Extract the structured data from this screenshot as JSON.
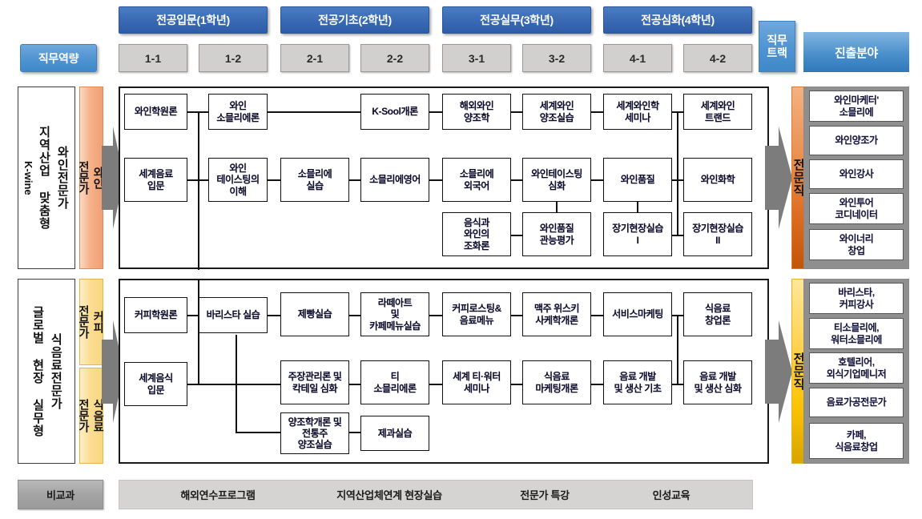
{
  "header": {
    "capability_label": "직무역량",
    "track_label": "직무\n트랙",
    "field_label": "진출분야",
    "years": [
      {
        "label": "전공입문(1학년)"
      },
      {
        "label": "전공기초(2학년)"
      },
      {
        "label": "전공실무(3학년)"
      },
      {
        "label": "전공심화(4학년)"
      }
    ],
    "semesters": [
      "1-1",
      "1-2",
      "2-1",
      "2-2",
      "3-1",
      "3-2",
      "4-1",
      "4-2"
    ]
  },
  "tracks": [
    {
      "program_title": "지역산업 맞춤형",
      "program_sub": "와인전문가",
      "program_latin": "K-wine",
      "competency": "와인\n전문가",
      "track_name": "와인\n전문직",
      "accent": "#dd6b20",
      "courses": [
        {
          "name": "와인학원론",
          "col": 0,
          "row": 0
        },
        {
          "name": "세계음료\n입문",
          "col": 0,
          "row": 1
        },
        {
          "name": "와인\n소믈리에론",
          "col": 1,
          "row": 0
        },
        {
          "name": "와인\n테이스팅의\n이해",
          "col": 1,
          "row": 1
        },
        {
          "name": "소믈리에\n실습",
          "col": 2,
          "row": 1
        },
        {
          "name": "K-Sool개론",
          "col": 3,
          "row": 0
        },
        {
          "name": "소믈리에영어",
          "col": 3,
          "row": 1
        },
        {
          "name": "해외와인\n양조학",
          "col": 4,
          "row": 0
        },
        {
          "name": "소믈리에\n외국어",
          "col": 4,
          "row": 1
        },
        {
          "name": "음식과\n와인의\n조화론",
          "col": 4,
          "row": 2
        },
        {
          "name": "세계와인\n양조실습",
          "col": 5,
          "row": 0
        },
        {
          "name": "와인테이스팅\n심화",
          "col": 5,
          "row": 1
        },
        {
          "name": "와인품질\n관능평가",
          "col": 5,
          "row": 2
        },
        {
          "name": "세계와인학\n세미나",
          "col": 6,
          "row": 0
        },
        {
          "name": "와인품질",
          "col": 6,
          "row": 1
        },
        {
          "name": "장기현장실습\nI",
          "col": 6,
          "row": 2
        },
        {
          "name": "세계와인\n트랜드",
          "col": 7,
          "row": 0
        },
        {
          "name": "와인화학",
          "col": 7,
          "row": 1
        },
        {
          "name": "장기현장실습\nII",
          "col": 7,
          "row": 2
        }
      ],
      "fields": [
        "와인마케터'\n소믈리에",
        "와인양조가",
        "와인강사",
        "와인투어\n코디네이터",
        "와이너리\n창업"
      ]
    },
    {
      "program_title": "글로벌 현장 실무형",
      "program_sub": "식음료전문가",
      "program_latin": "",
      "competency_a": "커피\n전문가",
      "competency_b": "식음료\n전문가",
      "track_name": "식음료\n전문직",
      "accent": "#fcc200",
      "courses": [
        {
          "name": "커피학원론",
          "col": 0,
          "row": 0
        },
        {
          "name": "세계음식\n입문",
          "col": 0,
          "row": 1
        },
        {
          "name": "바리스타 실습",
          "col": 1,
          "row": 0
        },
        {
          "name": "제빵실습",
          "col": 2,
          "row": 0
        },
        {
          "name": "주장관리론 및\n칵테일 심화",
          "col": 2,
          "row": 1
        },
        {
          "name": "양조학개론 및\n전통주\n양조실습",
          "col": 2,
          "row": 2
        },
        {
          "name": "라떼아트\n및\n카페메뉴실습",
          "col": 3,
          "row": 0
        },
        {
          "name": "티\n소믈리에론",
          "col": 3,
          "row": 1
        },
        {
          "name": "제과실습",
          "col": 3,
          "row": 2
        },
        {
          "name": "커피로스팅&\n음료메뉴",
          "col": 4,
          "row": 0
        },
        {
          "name": "세계 티·워터\n세미나",
          "col": 4,
          "row": 1
        },
        {
          "name": "맥주 위스키\n사케학개론",
          "col": 5,
          "row": 0
        },
        {
          "name": "식음료\n마케팅개론",
          "col": 5,
          "row": 1
        },
        {
          "name": "서비스마케팅",
          "col": 6,
          "row": 0
        },
        {
          "name": "음료 개발\n및 생산 기초",
          "col": 6,
          "row": 1
        },
        {
          "name": "식음료\n창업론",
          "col": 7,
          "row": 0
        },
        {
          "name": "음료 개발\n및 생산 심화",
          "col": 7,
          "row": 1
        }
      ],
      "fields": [
        "바리스타,\n커피강사",
        "티소믈리에,\n워터소믈리에",
        "호텔리어,\n외식기업메니저",
        "음료가공전문가",
        "카페,\n식음료창업"
      ]
    }
  ],
  "extracurricular": {
    "label": "비교과",
    "items": [
      "해외연수프로그램",
      "지역산업체연계 현장실습",
      "전문가 특강",
      "인성교육"
    ]
  }
}
